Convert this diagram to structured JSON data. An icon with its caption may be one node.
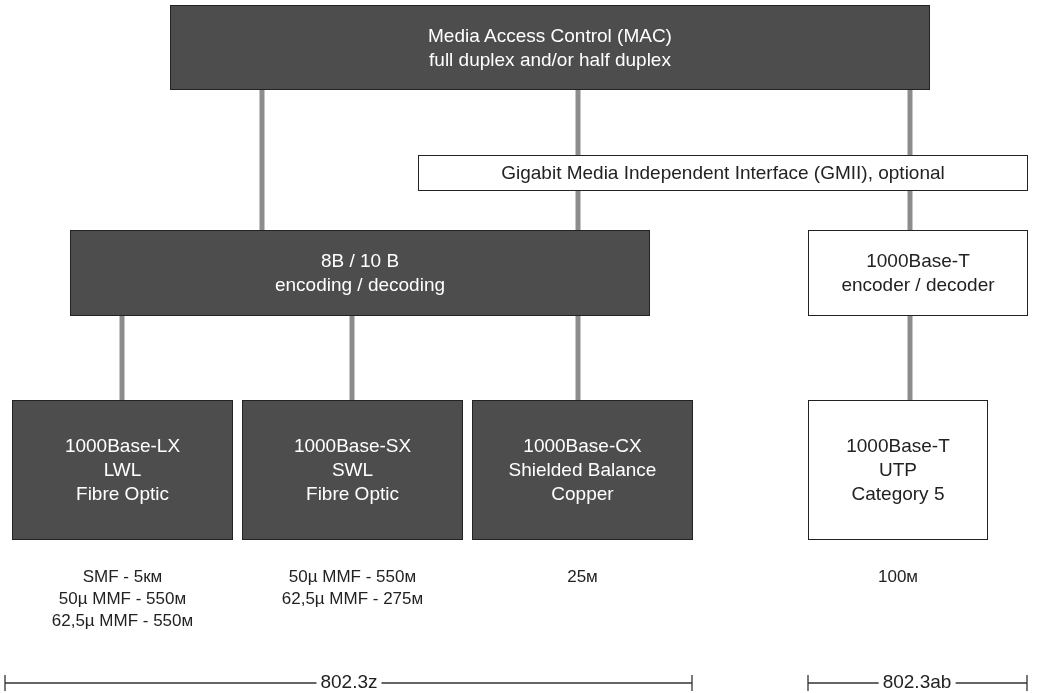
{
  "diagram": {
    "nodes": [
      {
        "text": [
          "Media Access Control (MAC)",
          "full duplex and/or half duplex"
        ]
      },
      {
        "text": [
          "Gigabit Media Independent Interface (GMII), optional"
        ]
      },
      {
        "text": [
          "8B / 10 B",
          "encoding / decoding"
        ]
      },
      {
        "text": [
          "1000Base-T",
          "encoder / decoder"
        ]
      },
      {
        "text": [
          "1000Base-LX",
          "LWL",
          "Fibre Optic"
        ],
        "beside": [
          "SMF - 5км",
          "50µ MMF - 550м",
          "62,5µ MMF - 550м"
        ]
      },
      {
        "text": [
          "1000Base-SX",
          "SWL",
          "Fibre Optic"
        ],
        "beside": [
          "50µ MMF - 550м",
          "62,5µ MMF - 275м"
        ]
      },
      {
        "text": [
          "1000Base-CX",
          "Shielded Balance",
          "Copper"
        ],
        "beside": [
          "25м"
        ]
      },
      {
        "text": [
          "1000Base-T",
          "UTP",
          "Category 5"
        ],
        "beside": [
          "100м"
        ]
      }
    ],
    "edges": [
      {
        "from": 0,
        "to": 2,
        "arrow": "none"
      },
      {
        "from": 0,
        "to": 1,
        "arrow": "none"
      },
      {
        "from": 1,
        "to": 2,
        "arrow": "none"
      },
      {
        "from": 0,
        "to": 1,
        "arrow": "none"
      },
      {
        "from": 1,
        "to": 3,
        "arrow": "none"
      },
      {
        "from": 3,
        "to": 7,
        "arrow": "none"
      },
      {
        "from": 2,
        "to": 4,
        "arrow": "none"
      },
      {
        "from": 2,
        "to": 5,
        "arrow": "none"
      },
      {
        "from": 2,
        "to": 6,
        "arrow": "none"
      }
    ],
    "labels": [
      "802.3z",
      "802.3ab"
    ]
  }
}
